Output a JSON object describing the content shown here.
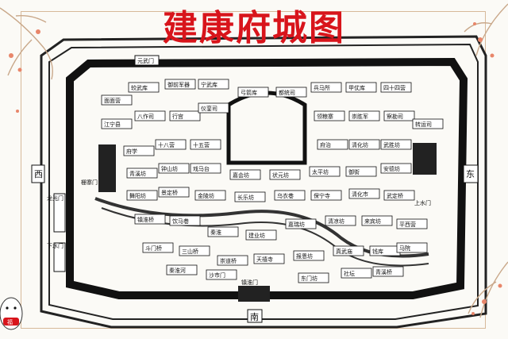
{
  "title": "建康府城图",
  "directions": {
    "west": "西",
    "east": "东",
    "south": "南"
  },
  "gates": {
    "north": "元武门",
    "southwest": "下水门",
    "west_gate": "栅寨门",
    "west_lower": "龙光门",
    "east": "上水门",
    "south_gate": "镇淮门"
  },
  "labels": {
    "l01": "面面营",
    "l02": "较武库",
    "l03": "御前军器",
    "l04": "宁武库",
    "l05": "弓箭库",
    "l06": "都统司",
    "l07": "兵马所",
    "l08": "甲仗库",
    "l09": "四十四营",
    "l10": "江宁县",
    "l11": "八作司",
    "l12": "行宫",
    "l13": "仪銮司",
    "l14": "领粮寨",
    "l15": "崇胜军",
    "l16": "察勘司",
    "l17": "转运司",
    "l18": "府学",
    "l19": "十八营",
    "l20": "十五营",
    "l21": "府治",
    "l22": "清化坊",
    "l23": "武胜坊",
    "l24": "青溪坊",
    "l25": "钟山坊",
    "l26": "戏马台",
    "l27": "嘉会坊",
    "l28": "状元坊",
    "l29": "太平坊",
    "l30": "御街",
    "l31": "安德坊",
    "l32": "舞阳坊",
    "l33": "景定桥",
    "l34": "金陵坊",
    "l35": "长乐坊",
    "l36": "乌衣巷",
    "l37": "保宁寺",
    "l38": "清化市",
    "l39": "武定桥",
    "l40": "镇淮桥",
    "l41": "饮马巷",
    "l42": "秦淮",
    "l43": "建业坊",
    "l44": "嘉瑞坊",
    "l45": "清凉坊",
    "l46": "来宾坊",
    "l47": "平西营",
    "l48": "斗门桥",
    "l49": "三山桥",
    "l50": "崇道桥",
    "l51": "天禧寺",
    "l52": "报恩坊",
    "l53": "真武庙",
    "l54": "钱库",
    "l55": "马院",
    "l56": "秦淮河",
    "l57": "沙市门",
    "l58": "东门坊",
    "l59": "社坛",
    "l60": "青溪桥"
  },
  "seal": {
    "label": "福"
  },
  "colors": {
    "title": "#d8141b",
    "ink": "#111111",
    "paper": "#fbfaf6",
    "frame": "#d7b99a",
    "branch": "#c9a88a",
    "petal": "#e8866a"
  }
}
